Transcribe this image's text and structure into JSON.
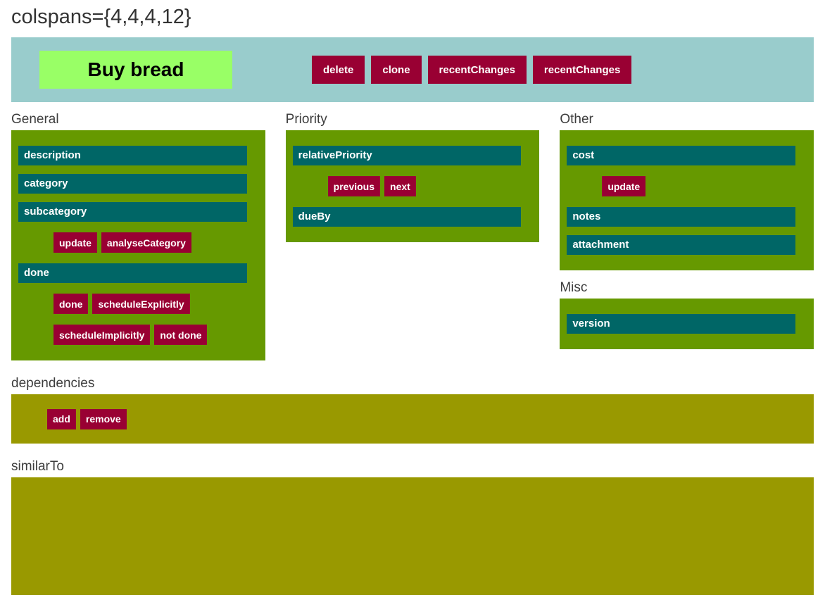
{
  "page_title": "colspans={4,4,4,12}",
  "colors": {
    "header_bg": "#99cccc",
    "task_bg": "#99ff66",
    "button_bg": "#990033",
    "panel_bg": "#669900",
    "field_bg": "#006666",
    "olive_bg": "#999900",
    "heading_color": "#3d3d3d",
    "title_color": "#333333"
  },
  "header": {
    "task_label": "Buy bread",
    "buttons": [
      {
        "label": "delete"
      },
      {
        "label": "clone"
      },
      {
        "label": "recentChanges"
      },
      {
        "label": "recentChanges"
      }
    ]
  },
  "columns": [
    {
      "panels": [
        {
          "heading": "General",
          "rows": [
            {
              "type": "field",
              "label": "description"
            },
            {
              "type": "field",
              "label": "category"
            },
            {
              "type": "field",
              "label": "subcategory"
            },
            {
              "type": "buttons",
              "items": [
                "update",
                "analyseCategory"
              ]
            },
            {
              "type": "field",
              "label": "done"
            },
            {
              "type": "buttons",
              "items": [
                "done",
                "scheduleExplicitly"
              ]
            },
            {
              "type": "buttons",
              "items": [
                "scheduleImplicitly",
                "not done"
              ]
            }
          ]
        }
      ]
    },
    {
      "panels": [
        {
          "heading": "Priority",
          "rows": [
            {
              "type": "field",
              "label": "relativePriority"
            },
            {
              "type": "buttons",
              "items": [
                "previous",
                "next"
              ]
            },
            {
              "type": "field",
              "label": "dueBy"
            }
          ]
        }
      ]
    },
    {
      "panels": [
        {
          "heading": "Other",
          "rows": [
            {
              "type": "field",
              "label": "cost"
            },
            {
              "type": "buttons",
              "items": [
                "update"
              ]
            },
            {
              "type": "field",
              "label": "notes"
            },
            {
              "type": "field",
              "label": "attachment"
            }
          ]
        },
        {
          "heading": "Misc",
          "rows": [
            {
              "type": "field",
              "label": "version"
            }
          ]
        }
      ]
    }
  ],
  "full_width_sections": [
    {
      "heading": "dependencies",
      "rows": [
        {
          "type": "buttons",
          "items": [
            "add",
            "remove"
          ]
        }
      ]
    },
    {
      "heading": "similarTo",
      "rows": []
    }
  ]
}
